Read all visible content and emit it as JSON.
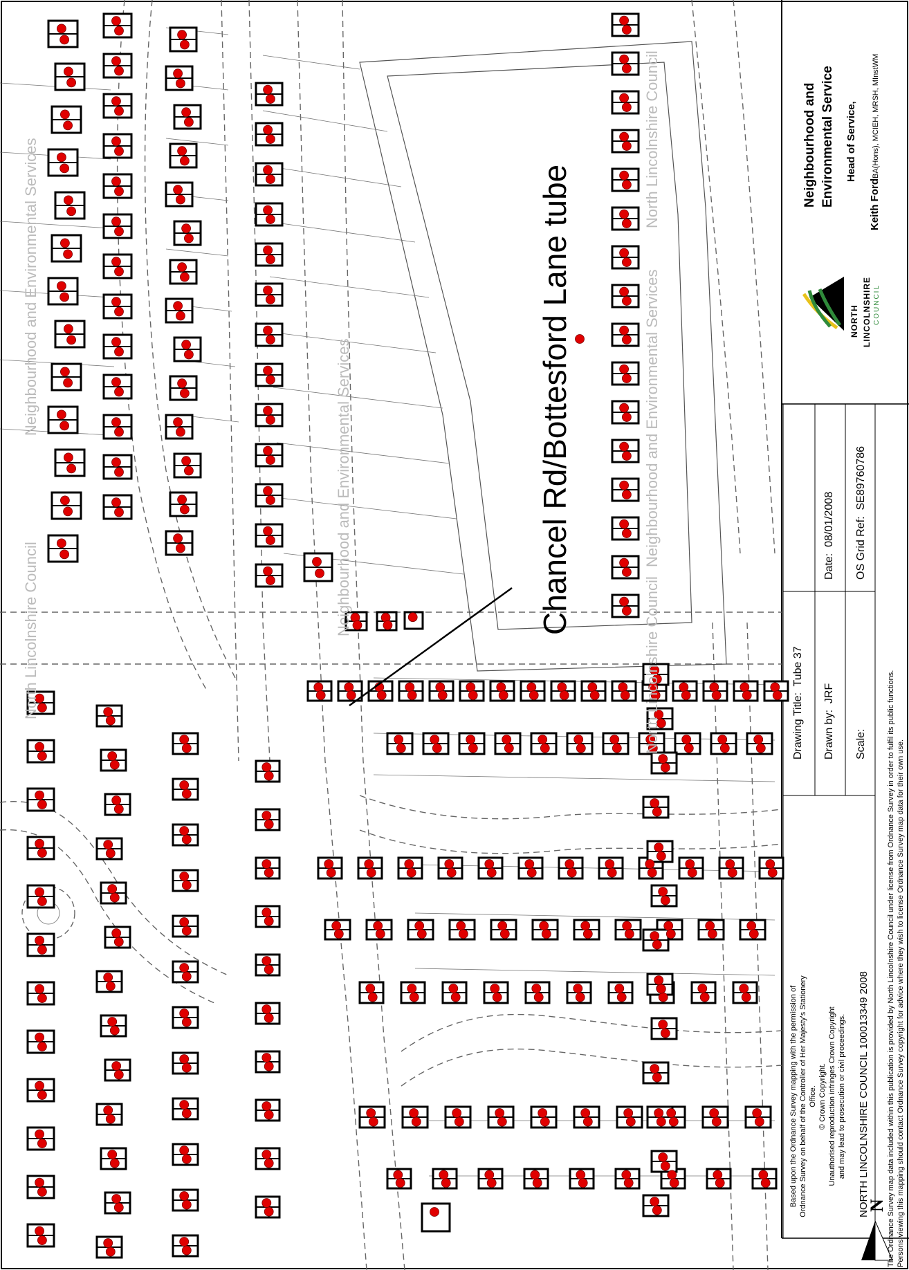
{
  "map": {
    "annotation_title": "Chancel Rd/Bottesford Lane tube",
    "watermark_org": "Neighbourhood and Environmental Services",
    "watermark_council": "North Lincolnshire Council"
  },
  "title_block": {
    "department_line1": "Neighbourhood and",
    "department_line2": "Environmental Service",
    "head_of_service_label": "Head of Service,",
    "head_name": "Keith Ford",
    "head_quals": "BA(Hons), MCIEH, MRSH, MInstWM",
    "logo_line1": "NORTH",
    "logo_line2": "LINCOLNSHIRE",
    "logo_line3": "COUNCIL",
    "drawing_title_label": "Drawing Title:",
    "drawing_title_value": "Tube 37",
    "drawn_by_label": "Drawn by:",
    "drawn_by_value": "JRF",
    "scale_label": "Scale:",
    "date_label": "Date:",
    "date_value": "08/01/2008",
    "grid_ref_label": "OS Grid Ref:",
    "grid_ref_value": "SE89760786",
    "copyright_lines": [
      "Based upon the Ordnance Survey mapping with the permission of",
      "Ordnance Survey on behalf of the Controller of Her Majesty's Stationery Office.",
      "© Crown Copyright.",
      "Unauthorised reproduction infringes Crown Copyright",
      "and may lead to prosecution or civil proceedings."
    ],
    "licence": "NORTH LINCOLNSHIRE COUNCIL  100013349 2008",
    "footer_line1": "The Ordnance Survey map data included within this publication is provided by North Lincolnshire Council under license from Ordnance Survey in order to fulfil its public functions.",
    "footer_line2": "Persons viewing this mapping should contact Ordnance Survey copyright for advice where they wish to license Ordnance Survey map data for their own use.",
    "north_label": "N"
  },
  "colors": {
    "marker": "#e00000",
    "logo_green": "#2f8a3a",
    "logo_yellow": "#e8c21a"
  }
}
